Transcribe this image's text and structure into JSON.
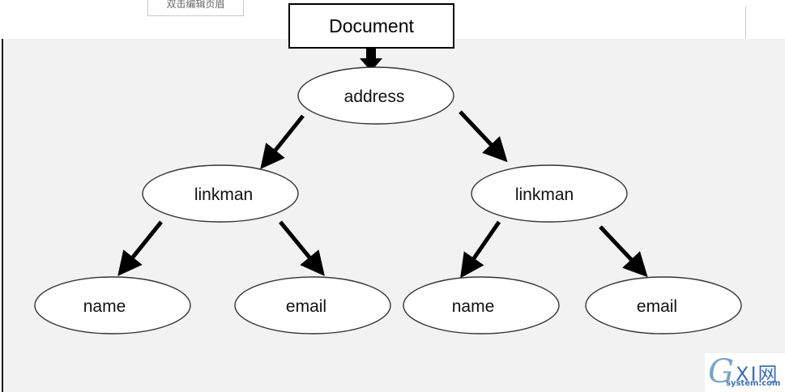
{
  "toolbar": {
    "exit_header_label": "双击编辑页眉"
  },
  "diagram": {
    "root_box": "Document",
    "nodes": [
      {
        "id": "address",
        "label": "address"
      },
      {
        "id": "linkman-left",
        "label": "linkman"
      },
      {
        "id": "linkman-right",
        "label": "linkman"
      },
      {
        "id": "name-left",
        "label": "name"
      },
      {
        "id": "email-left",
        "label": "email"
      },
      {
        "id": "name-right",
        "label": "name"
      },
      {
        "id": "email-right",
        "label": "email"
      }
    ],
    "edges": [
      [
        "Document",
        "address"
      ],
      [
        "address",
        "linkman-left"
      ],
      [
        "address",
        "linkman-right"
      ],
      [
        "linkman-left",
        "name-left"
      ],
      [
        "linkman-left",
        "email-left"
      ],
      [
        "linkman-right",
        "name-right"
      ],
      [
        "linkman-right",
        "email-right"
      ]
    ]
  },
  "watermark": {
    "g": "G",
    "xi": "XI网",
    "site": "system.com"
  },
  "colors": {
    "background_gray": "#f2f2f2",
    "ink": "#000000",
    "watermark_blue": "#3d6fb0"
  }
}
